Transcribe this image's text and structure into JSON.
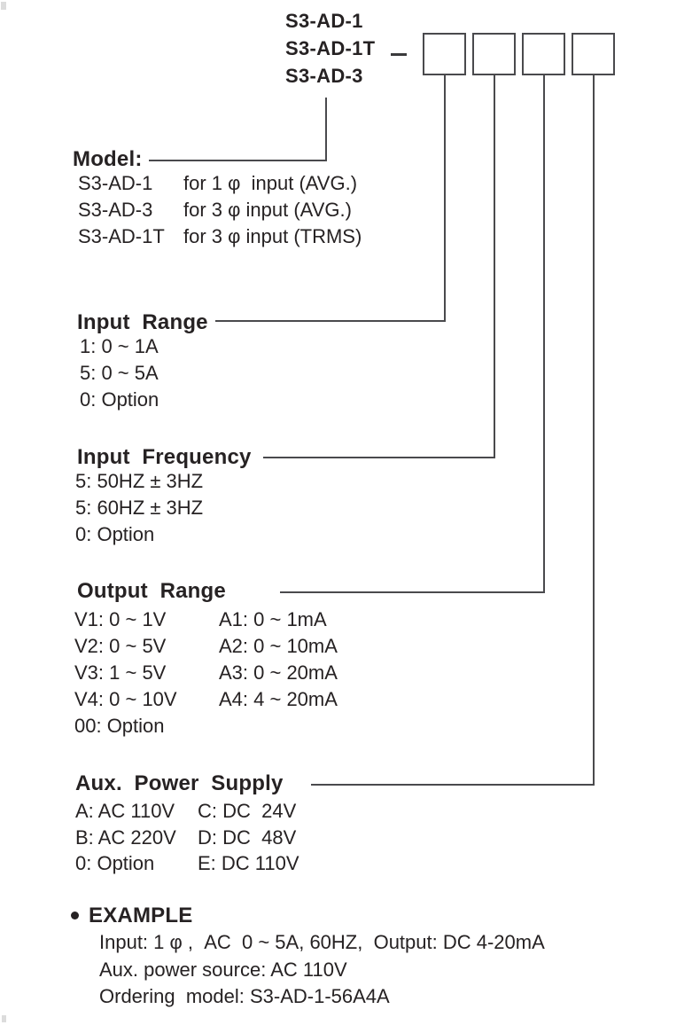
{
  "page": {
    "background": "#ffffff",
    "text_color": "#262223",
    "line_color": "#4a4a4d"
  },
  "header": {
    "models": [
      "S3-AD-1",
      "S3-AD-1T",
      "S3-AD-3"
    ],
    "code_box_count": 4
  },
  "sections": {
    "model": {
      "title": "Model:",
      "rows": [
        {
          "code": "S3-AD-1",
          "desc": "for 1 φ  input (AVG.)"
        },
        {
          "code": "S3-AD-3",
          "desc": "for 3 φ input (AVG.)"
        },
        {
          "code": "S3-AD-1T",
          "desc": "for 3 φ input (TRMS)"
        }
      ]
    },
    "input_range": {
      "title": "Input  Range",
      "items": [
        "1: 0 ~ 1A",
        "5: 0 ~ 5A",
        "0: Option"
      ]
    },
    "input_frequency": {
      "title": "Input  Frequency",
      "items": [
        "5: 50HZ ± 3HZ",
        "5: 60HZ ± 3HZ",
        "0: Option"
      ]
    },
    "output_range": {
      "title": "Output  Range",
      "left_items": [
        "V1: 0 ~ 1V",
        "V2: 0 ~ 5V",
        "V3: 1 ~ 5V",
        "V4: 0 ~ 10V"
      ],
      "right_items": [
        "A1: 0 ~ 1mA",
        "A2: 0 ~ 10mA",
        "A3: 0 ~ 20mA",
        "A4: 4 ~ 20mA"
      ],
      "option": "00: Option"
    },
    "aux_power": {
      "title": "Aux.  Power  Supply",
      "left_items": [
        "A: AC 110V",
        "B: AC 220V",
        "0: Option"
      ],
      "right_items": [
        "C: DC  24V",
        "D: DC  48V",
        "E: DC 110V"
      ]
    },
    "example": {
      "title": "EXAMPLE",
      "lines": [
        "Input: 1 φ ,  AC  0 ~ 5A, 60HZ,  Output: DC 4-20mA",
        "Aux. power source: AC 110V",
        "Ordering  model: S3-AD-1-56A4A"
      ]
    }
  }
}
